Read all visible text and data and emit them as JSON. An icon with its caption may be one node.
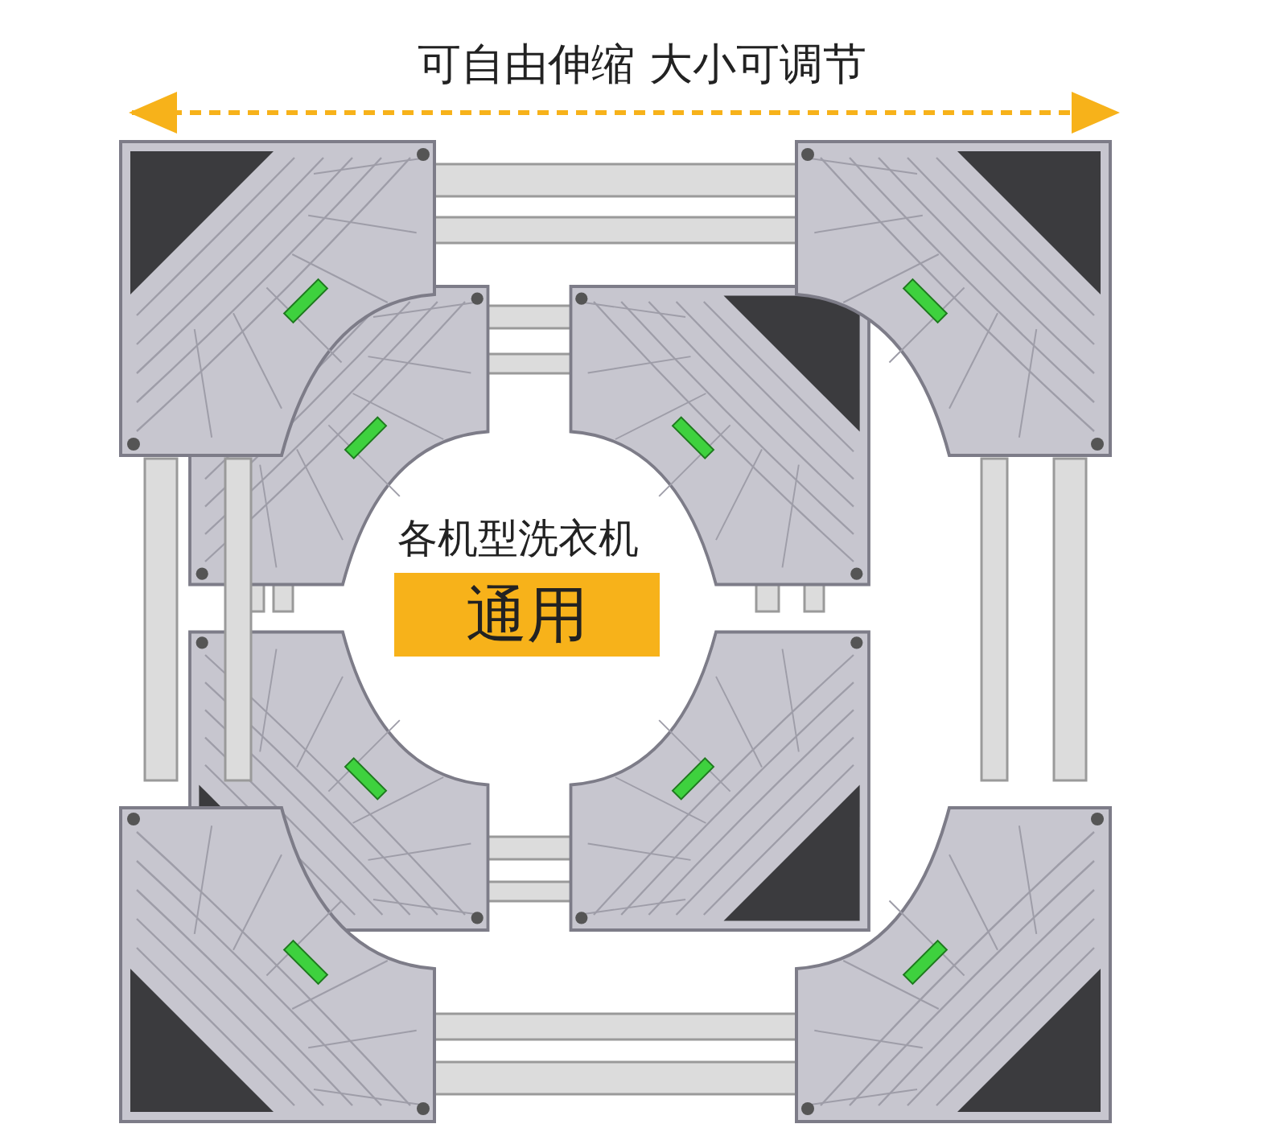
{
  "diagram": {
    "title": "可自由伸缩 大小可调节",
    "nodes": [
      {
        "text": [
          "通用"
        ]
      }
    ],
    "labels": [
      "各机型洗衣机"
    ]
  }
}
